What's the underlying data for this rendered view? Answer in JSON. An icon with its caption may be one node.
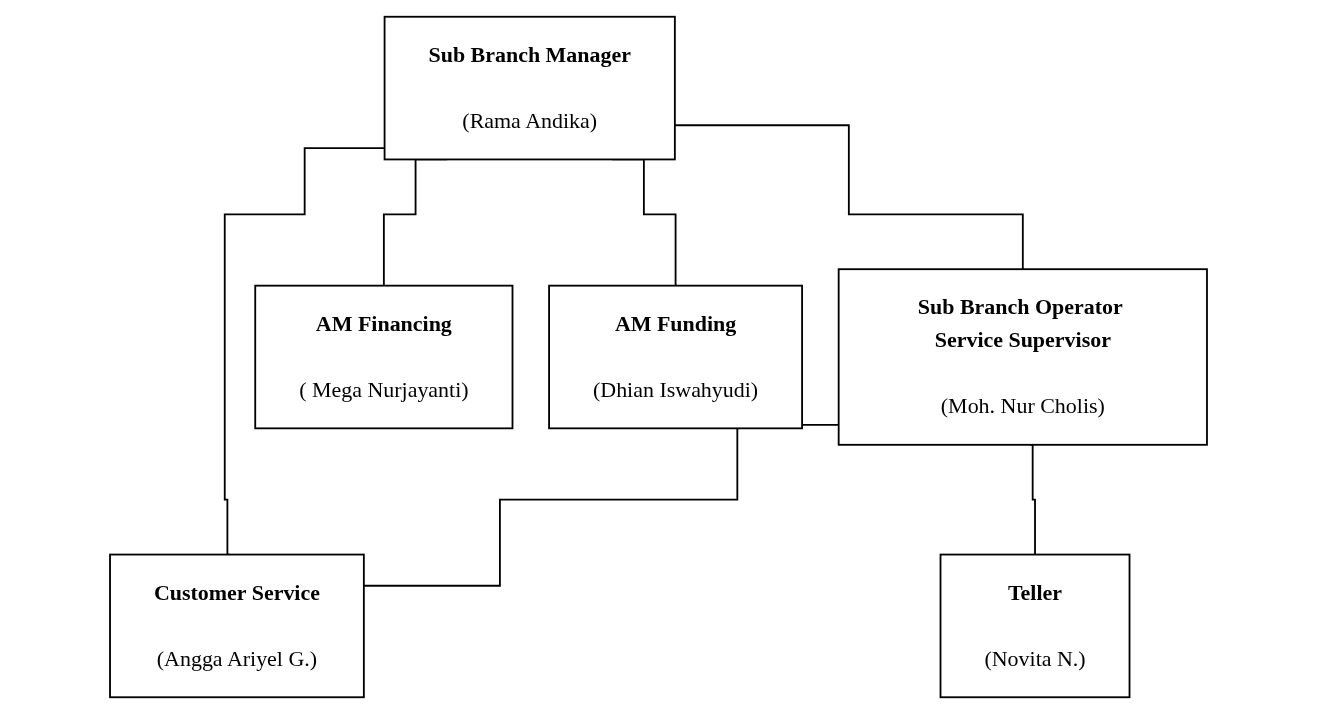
{
  "diagram": {
    "nodes": [
      {
        "text": [
          "Sub Branch Manager",
          "(Rama Andika)"
        ]
      },
      {
        "text": [
          "Sub Branch Operator Service Supervisor",
          "(Moh. Nur Cholis)"
        ]
      },
      {
        "text": [
          "AM Financing",
          "( Mega Nurjayanti)"
        ]
      },
      {
        "text": [
          "AM Funding",
          "(Dhian Iswahyudi)"
        ]
      },
      {
        "text": [
          "Customer Service",
          "(Angga Ariyel G.)"
        ]
      },
      {
        "text": [
          "Teller",
          "(Novita N.)"
        ]
      }
    ],
    "edges": [
      {
        "from": 0,
        "to": 1,
        "arrow": "none"
      },
      {
        "from": 0,
        "to": 2,
        "arrow": "none"
      },
      {
        "from": 0,
        "to": 3,
        "arrow": "none"
      },
      {
        "from": 0,
        "to": 4,
        "arrow": "none"
      },
      {
        "from": 1,
        "to": 4,
        "arrow": "none"
      },
      {
        "from": 1,
        "to": 5,
        "arrow": "none"
      }
    ]
  }
}
